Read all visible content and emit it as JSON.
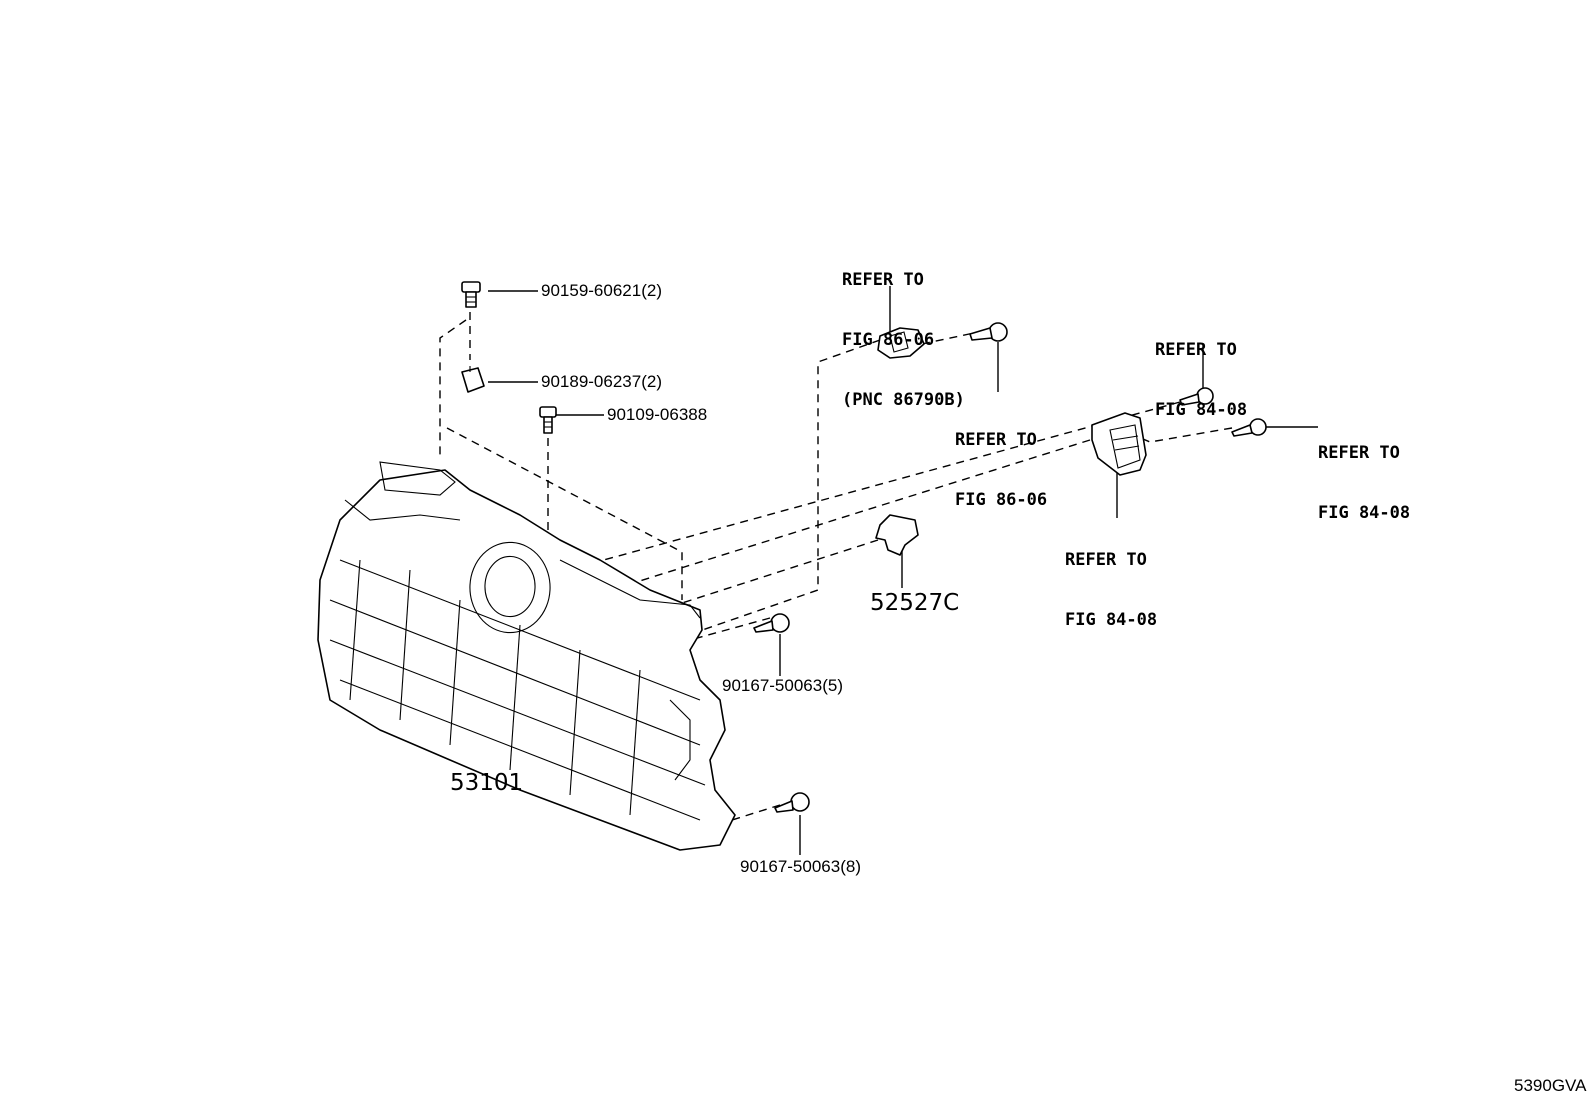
{
  "labels": {
    "bolt_top": "90159-60621(2)",
    "nut_top": "90189-06237(2)",
    "screw_top": "90109-06388",
    "refer_top_center": [
      "REFER TO",
      "FIG 86-06",
      "(PNC 86790B)"
    ],
    "refer_mid_center": [
      "REFER TO",
      "FIG 86-06"
    ],
    "refer_right_top": [
      "REFER TO",
      "FIG 84-08"
    ],
    "refer_right_side": [
      "REFER TO",
      "FIG 84-08"
    ],
    "refer_right_bottom": [
      "REFER TO",
      "FIG 84-08"
    ],
    "clip": "52527C",
    "screw_mid": "90167-50063(5)",
    "screw_bottom": "90167-50063(8)",
    "grille": "53101",
    "figure_code": "5390GVA"
  }
}
